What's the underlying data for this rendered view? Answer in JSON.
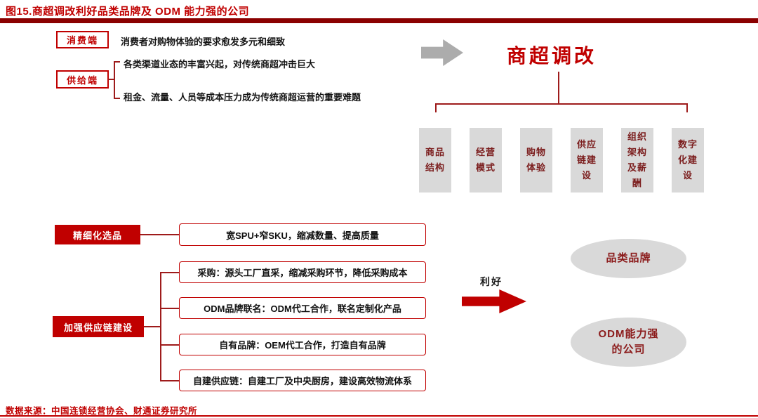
{
  "header": {
    "title": "图15.商超调改利好品类品牌及 ODM 能力强的公司"
  },
  "top": {
    "consumer_label": "消费端",
    "consumer_text": "消费者对购物体验的要求愈发多元和细致",
    "supply_label": "供给端",
    "supply_texts": [
      "各类渠道业态的丰富兴起，对传统商超冲击巨大",
      "租金、流量、人员等成本压力成为传统商超运营的重要难题"
    ],
    "result_title": "商超调改",
    "pillars": [
      "商品结构",
      "经营模式",
      "购物体验",
      "供应链建设",
      "组织架构及薪酬",
      "数字化建设"
    ]
  },
  "bottom": {
    "selection_label": "精细化选品",
    "selection_item": "宽SPU+窄SKU，缩减数量、提高质量",
    "supply_chain_label": "加强供应链建设",
    "supply_chain_items": [
      "采购：源头工厂直采，缩减采购环节，降低采购成本",
      "ODM品牌联名：ODM代工合作，联名定制化产品",
      "自有品牌：OEM代工合作，打造自有品牌",
      "自建供应链：自建工厂及中央厨房，建设高效物流体系"
    ],
    "benefit_label": "利好",
    "outcomes": [
      "品类品牌",
      "ODM能力强的公司"
    ]
  },
  "footer": {
    "source": "数据来源：中国连锁经营协会、财通证券研究所"
  },
  "colors": {
    "accent_red": "#C00000",
    "dark_red_bar": "#8B0000",
    "box_gray": "#D9D9D9",
    "arrow_gray": "#ACACAC",
    "line_red": "#9E1B1B"
  }
}
